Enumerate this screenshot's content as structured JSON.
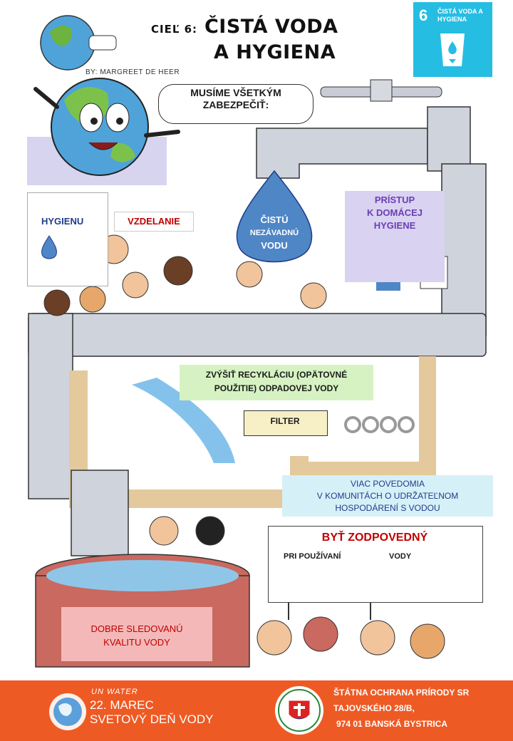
{
  "header": {
    "title_small": "CIEĽ 6:",
    "title_line1": "ČISTÁ VODA",
    "title_line2": "A HYGIENA",
    "byline": "BY: MARGREET DE HEER"
  },
  "sdg_badge": {
    "number": "6",
    "label": "ČISTÁ VODA A HYGIENA",
    "color": "#26bde2"
  },
  "speech_bubble": {
    "line1": "MUSÍME VŠETKÝM",
    "line2": "ZABEZPEČIŤ:"
  },
  "labels": {
    "hygienu": "HYGIENU",
    "vzdelanie": "VZDELANIE",
    "drop_line1": "ČISTÚ",
    "drop_line2": "NEZÁVADNÚ",
    "drop_line3": "VODU",
    "pristup_line1": "PRÍSTUP",
    "pristup_line2": "K DOMÁCEJ",
    "pristup_line3": "HYGIENE",
    "recykl_line1": "ZVÝŠIŤ RECYKLÁCIU (OPÄTOVNÉ",
    "recykl_line2": "POUŽITIE) ODPADOVEJ VODY",
    "filter": "FILTER",
    "povedom_line1": "VIAC POVEDOMIA",
    "povedom_line2": "V KOMUNITÁCH  O UDRŽATEĽNOM",
    "povedom_line3": "HOSPODÁRENÍ  S VODOU",
    "byt": "BYŤ ZODPOVEDNÝ",
    "pri": "PRI POUŽÍVANÍ",
    "vody": "VODY",
    "dobre_line1": "DOBRE SLEDOVANÚ",
    "dobre_line2": "KVALITU VODY"
  },
  "footer": {
    "unwater": "UN WATER",
    "date_line1": "22. MAREC",
    "date_line2": "SVETOVÝ DEŇ VODY",
    "addr_line1": "ŠTÁTNA OCHRANA PRÍRODY SR",
    "addr_line2": "TAJOVSKÉHO 28/B,",
    "addr_line3": "974 01 BANSKÁ BYSTRICA",
    "color": "#ee5a24"
  }
}
